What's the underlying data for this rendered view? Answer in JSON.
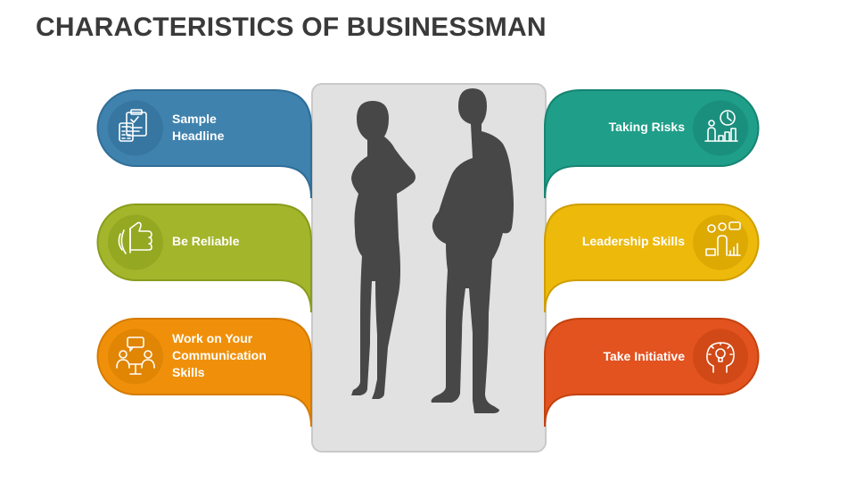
{
  "title": "CHARACTERISTICS OF BUSINESSMAN",
  "items_left": [
    {
      "label": "Sample Headline",
      "line1": "Sample",
      "line2": "Headline",
      "icon": "calculator-clipboard-icon",
      "color": "#3f82ad",
      "edge": "#2f6e98"
    },
    {
      "label": "Be Reliable",
      "icon": "handshake-thumbs-up-icon",
      "color": "#a3b52b",
      "edge": "#8a9c1c"
    },
    {
      "label": "Work on Your Communication Skills",
      "line1": "Work on Your",
      "line2": "Communication",
      "line3": "Skills",
      "icon": "meeting-conversation-icon",
      "color": "#f0900a",
      "edge": "#d57b00"
    }
  ],
  "items_right": [
    {
      "label": "Taking Risks",
      "icon": "risk-growth-icon",
      "color": "#1f9e89",
      "edge": "#168472"
    },
    {
      "label": "Leadership Skills",
      "icon": "leader-team-icon",
      "color": "#edb90b",
      "edge": "#cf9e00"
    },
    {
      "label": "Take Initiative",
      "icon": "head-lightbulb-icon",
      "color": "#e25320",
      "edge": "#c3420f"
    }
  ],
  "colors": {
    "panel": "#e1e1e1",
    "silhouette": "#474747",
    "title": "#3a3a3a"
  }
}
